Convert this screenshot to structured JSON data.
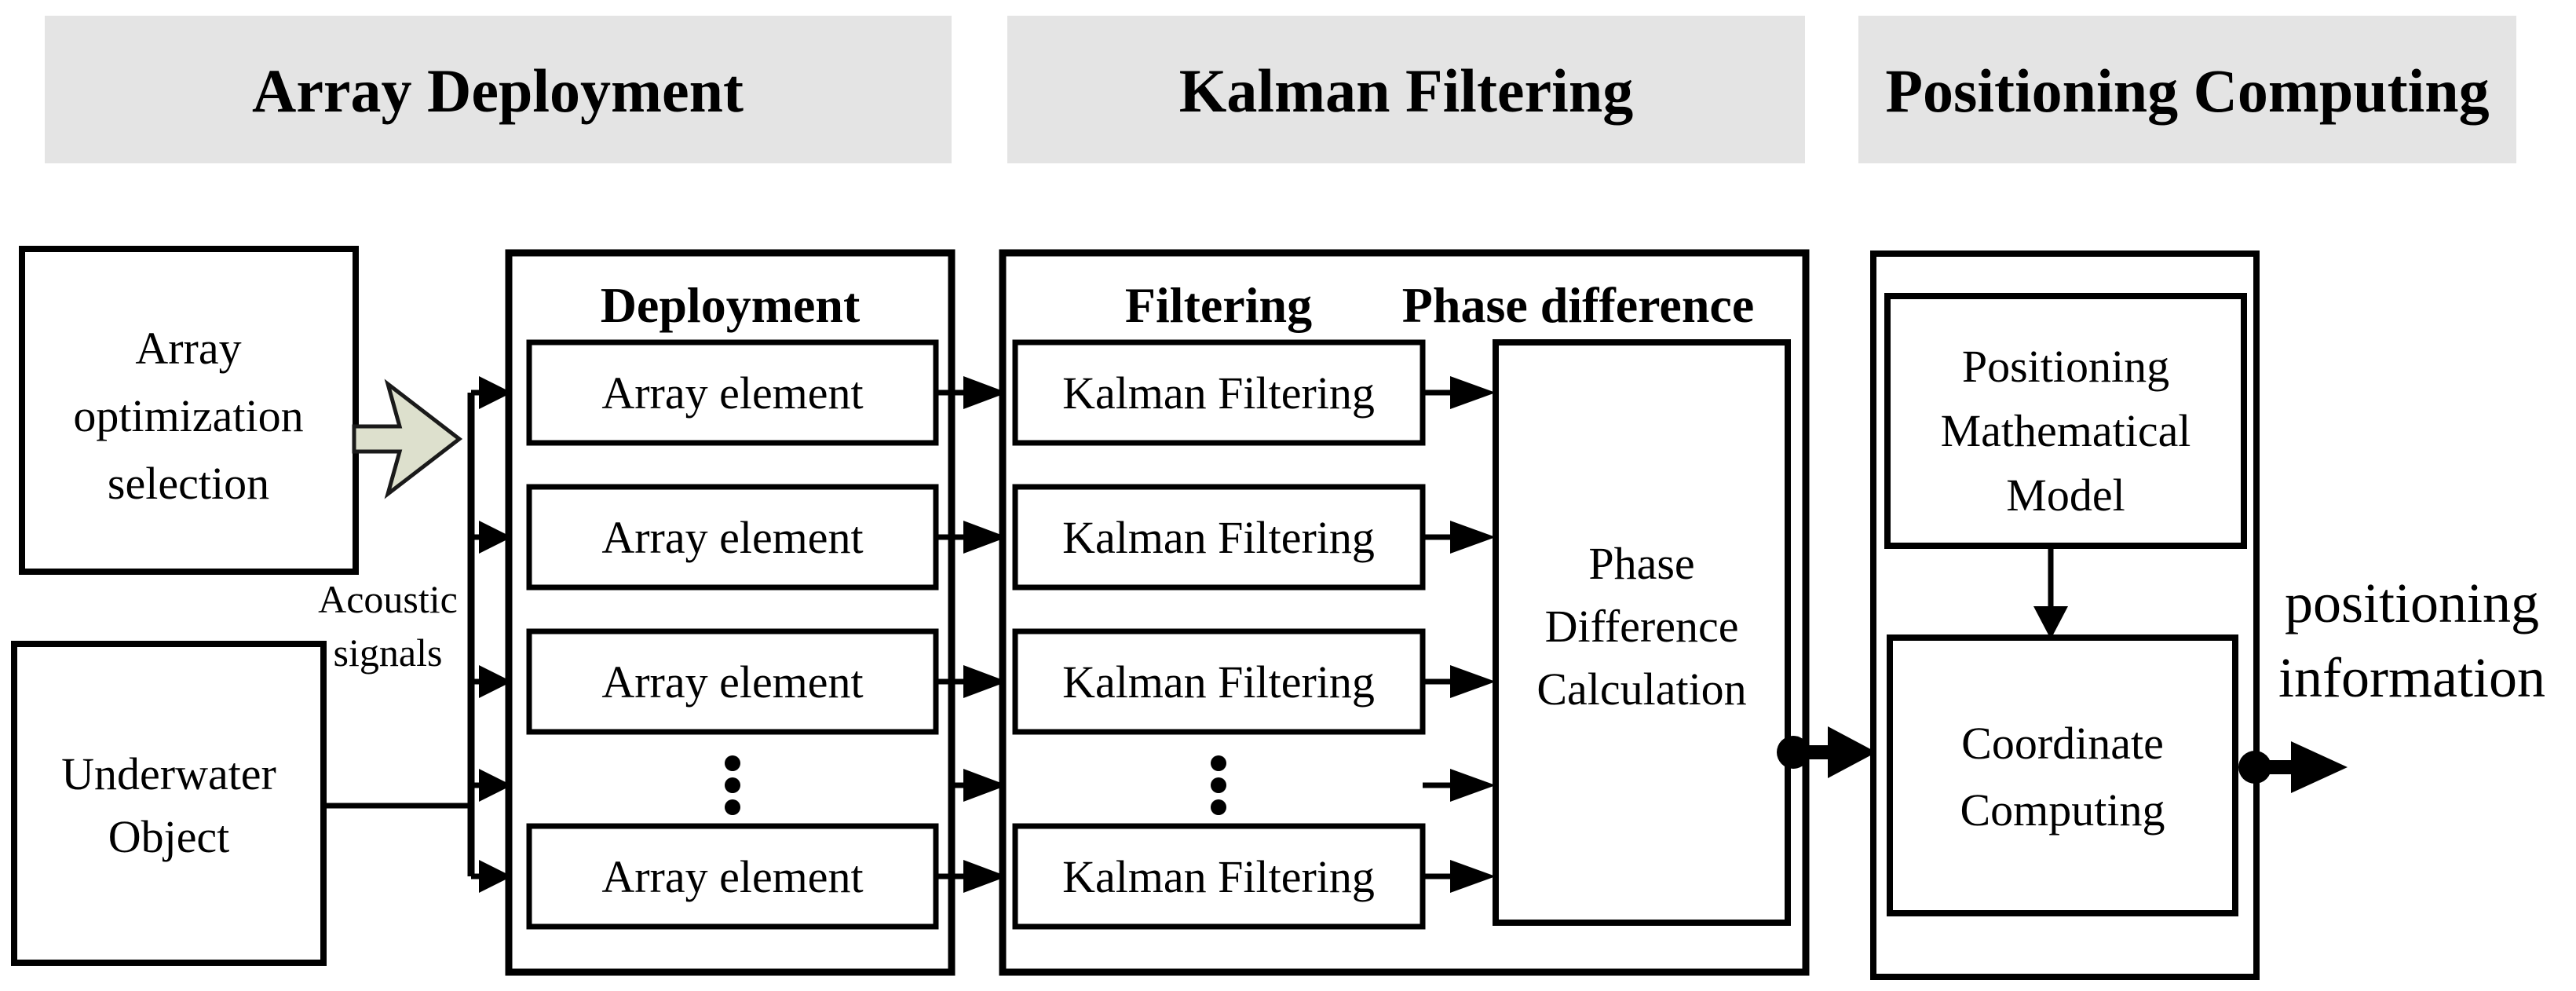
{
  "colors": {
    "band_bg": "#e4e4e4",
    "block_arrow_fill": "#dde0cd",
    "ink": "#000000"
  },
  "phases": [
    {
      "label": "Array Deployment"
    },
    {
      "label": "Kalman Filtering"
    },
    {
      "label": "Positioning Computing"
    }
  ],
  "left": {
    "array_optimization": {
      "lines": [
        "Array",
        "optimization",
        "selection"
      ]
    },
    "underwater": {
      "lines": [
        "Underwater",
        "Object"
      ]
    },
    "acoustic": {
      "lines": [
        "Acoustic",
        "signals"
      ]
    }
  },
  "deployment": {
    "heading": "Deployment",
    "rows": [
      "Array element",
      "Array element",
      "Array element",
      "Array element"
    ]
  },
  "kalman": {
    "heading": "Filtering",
    "phase_heading": "Phase difference",
    "rows": [
      "Kalman Filtering",
      "Kalman Filtering",
      "Kalman Filtering",
      "Kalman Filtering"
    ]
  },
  "phase_calc": {
    "lines": [
      "Phase",
      "Difference",
      "Calculation"
    ]
  },
  "positioning": {
    "math_model": {
      "lines": [
        "Positioning",
        "Mathematical",
        "Model"
      ]
    },
    "coordinate": {
      "lines": [
        "Coordinate",
        "Computing"
      ]
    }
  },
  "output": {
    "lines": [
      "positioning",
      "information"
    ]
  }
}
